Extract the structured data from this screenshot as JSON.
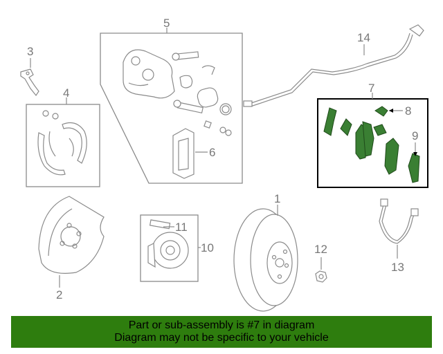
{
  "callouts": {
    "c1": "1",
    "c2": "2",
    "c3": "3",
    "c4": "4",
    "c5": "5",
    "c6": "6",
    "c7": "7",
    "c8": "8",
    "c9": "9",
    "c10": "10",
    "c11": "11",
    "c12": "12",
    "c13": "13",
    "c14": "14"
  },
  "banner": {
    "line1": "Part or sub-assembly is #7 in diagram",
    "line2": "Diagram may not be specific to your vehicle"
  },
  "colors": {
    "highlight": "#3a7f33",
    "banner_bg": "#2e7d0e",
    "line": "#8a8a8a"
  }
}
